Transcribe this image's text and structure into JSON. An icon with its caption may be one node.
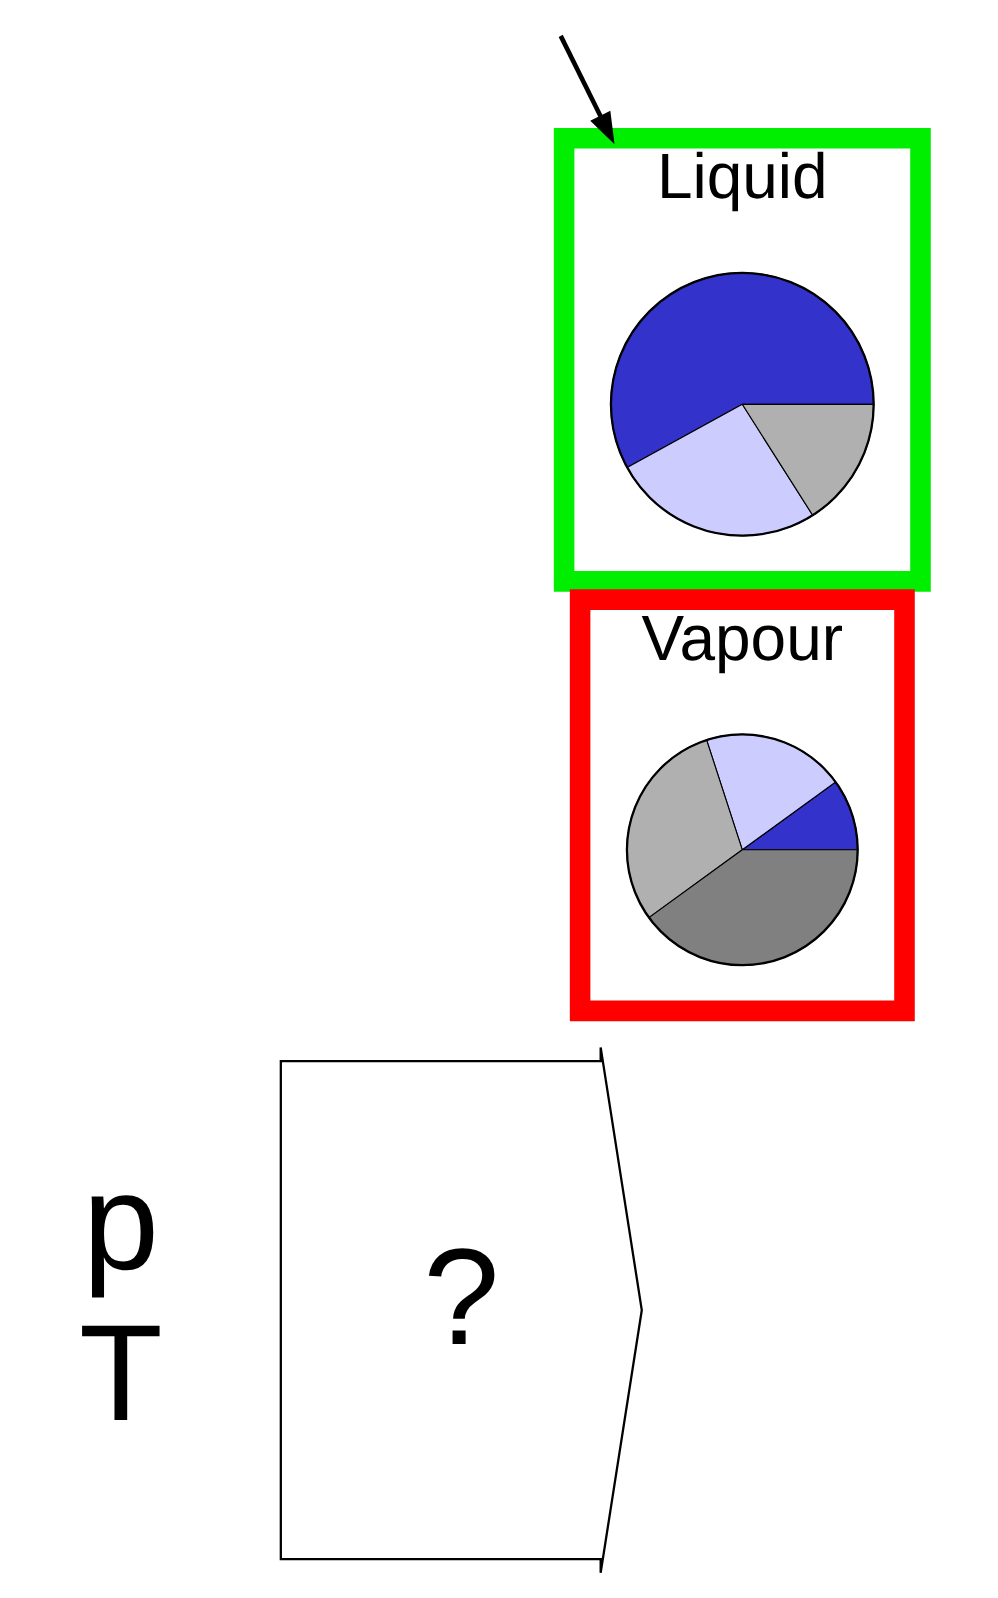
{
  "diagram": {
    "nodes": [
      {
        "text": [
          "?"
        ]
      },
      {
        "text": [
          "Liquid"
        ]
      },
      {
        "text": [],
        "shape": "picture",
        "in": 1
      },
      {
        "text": [
          "Vapour"
        ]
      },
      {
        "text": [],
        "shape": "picture",
        "in": 3
      }
    ],
    "edges": [
      {
        "from": null,
        "to": 1,
        "arrow": "to"
      }
    ],
    "labels": [
      "p T"
    ]
  }
}
